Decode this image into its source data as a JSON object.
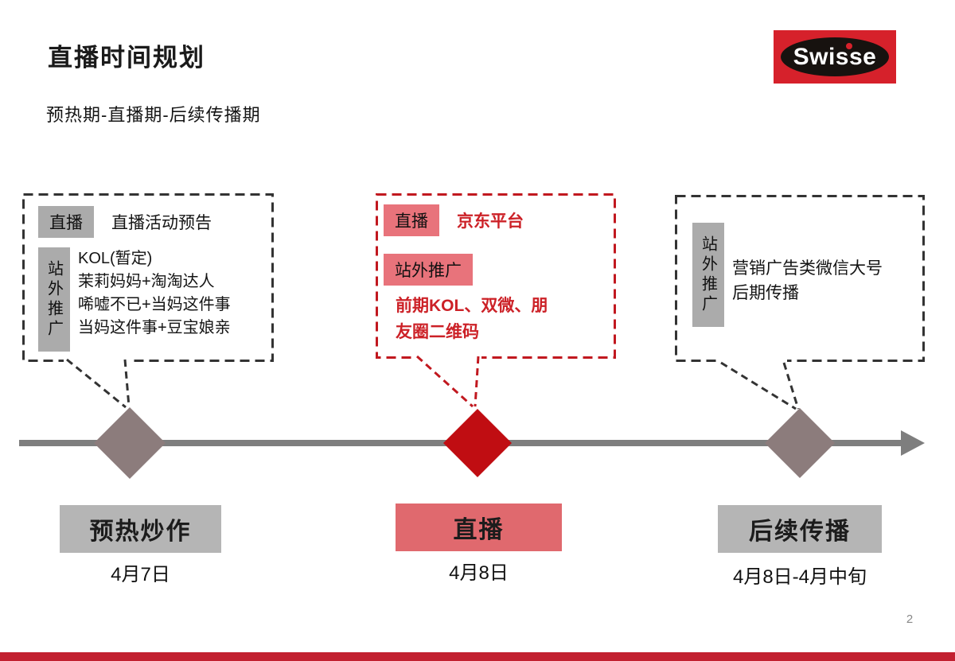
{
  "slide": {
    "title": "直播时间规划",
    "subtitle": "预热期-直播期-后续传播期",
    "page_number": "2",
    "logo": {
      "text": "Swisse"
    }
  },
  "callouts": [
    {
      "rows": [
        {
          "badge": "直播",
          "text": "直播活动预告"
        },
        {
          "badge": "站外推广",
          "lines": [
            "KOL(暂定)",
            "茉莉妈妈+淘淘达人",
            "唏嘘不已+当妈这件事",
            "当妈这件事+豆宝娘亲"
          ]
        }
      ]
    },
    {
      "rows": [
        {
          "badge": "直播",
          "text": "京东平台"
        },
        {
          "badge": "站外推广",
          "lines": [
            "前期KOL、双微、朋",
            "友圈二维码"
          ]
        }
      ]
    },
    {
      "rows": [
        {
          "badge": "站外推广",
          "lines": [
            "营销广告类微信大号",
            "后期传播"
          ]
        }
      ]
    }
  ],
  "timeline": {
    "phases": [
      {
        "label": "预热炒作",
        "date": "4月7日"
      },
      {
        "label": "直播",
        "date": "4月8日"
      },
      {
        "label": "后续传播",
        "date": "4月8日-4月中旬"
      }
    ]
  },
  "colors": {
    "accent_red": "#C00D12",
    "dash_red": "#C1181F",
    "dash_dark": "#333333",
    "red_text": "#CC2127",
    "pink_badge": "#E8737B",
    "pink_label": "#E0696E",
    "gray_badge": "#ABABAB",
    "gray_label": "#B5B5B5",
    "taupe_diamond": "#8C7C7C",
    "timeline_gray": "#7E7E7E",
    "logo_red": "#D6212B",
    "footer_red": "#C22030"
  }
}
